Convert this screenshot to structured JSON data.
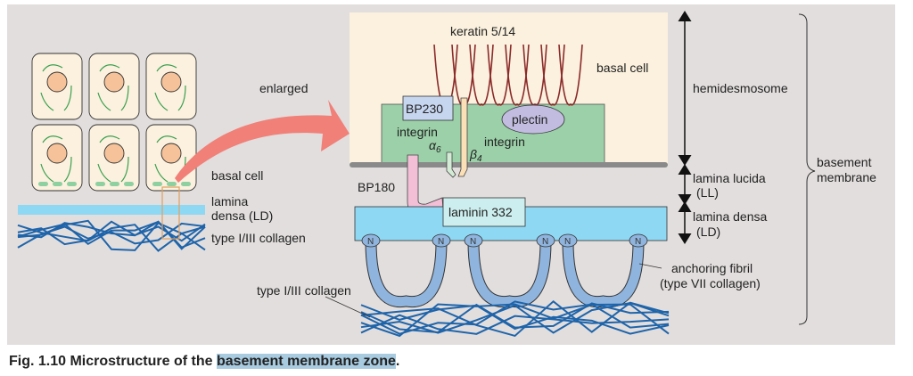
{
  "figure": {
    "caption_prefix": "Fig. 1.10 Microstructure of the ",
    "caption_highlight": "basement membrane zone",
    "caption_suffix": ".",
    "highlight_color": "#a8cbe0"
  },
  "overview": {
    "arrow_label": "enlarged",
    "labels": {
      "basal_cell": "basal cell",
      "lamina_densa_1": "lamina",
      "lamina_densa_2": "densa (LD)",
      "collagen": "type I/III collagen"
    },
    "cells": {
      "rows": 2,
      "cols": 3
    }
  },
  "detail": {
    "keratin": "keratin 5/14",
    "basal_cell": "basal cell",
    "bp230": "BP230",
    "plectin": "plectin",
    "integrin_a6_word": "integrin",
    "integrin_a6_greek": "α",
    "integrin_a6_sub": "6",
    "integrin_b4_word": "integrin",
    "integrin_b4_greek": "β",
    "integrin_b4_sub": "4",
    "bp180": "BP180",
    "laminin": "laminin 332",
    "anchoring_fibril_1": "anchoring fibril",
    "anchoring_fibril_2": "(type VII collagen)",
    "collagen": "type I/III collagen"
  },
  "scale": {
    "hemidesmosome": "hemidesmosome",
    "lamina_lucida_1": "lamina lucida",
    "lamina_lucida_2": "(LL)",
    "lamina_densa_1": "lamina densa",
    "lamina_densa_2": "(LD)",
    "basement_membrane_1": "basement",
    "basement_membrane_2": "membrane"
  },
  "colors": {
    "background": "#e2dedd",
    "cell_fill": "#fbf1de",
    "nucleus": "#f5c29a",
    "keratin": "#8b2a2a",
    "hemidesmosome_plate": "#9bd0a8",
    "bp230": "#c7d6ef",
    "plectin": "#c2bde0",
    "lamina_densa": "#8fd8f4",
    "laminin": "#cdeeee",
    "bp180": "#f2bfd6",
    "anchoring_fibril": "#8fb4dd",
    "collagen": "#1f64aa",
    "arrow": "#f08078"
  }
}
